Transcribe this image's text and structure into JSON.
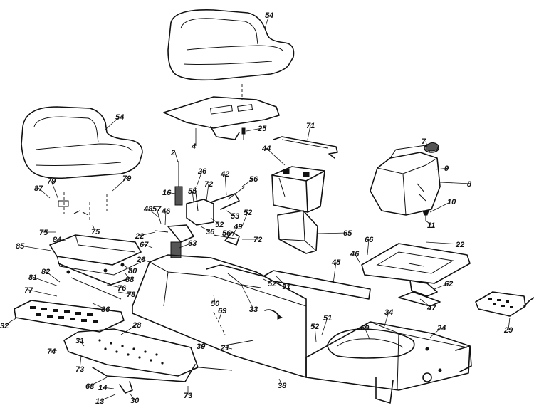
{
  "parts": [
    {
      "id": "seat-top",
      "text": "54"
    },
    {
      "id": "seat-left",
      "text": "54"
    },
    {
      "id": "seat-plate",
      "text": "4"
    },
    {
      "id": "bolt-25",
      "text": "25"
    },
    {
      "id": "holddown-71",
      "text": "71"
    },
    {
      "id": "battery",
      "text": "44"
    },
    {
      "id": "fuel-cap",
      "text": "7"
    },
    {
      "id": "tank-9",
      "text": "9"
    },
    {
      "id": "tank-8",
      "text": "8"
    },
    {
      "id": "fitting-10",
      "text": "10"
    },
    {
      "id": "fitting-11",
      "text": "11"
    },
    {
      "id": "bolt-2",
      "text": "2"
    },
    {
      "id": "spring-16",
      "text": "16"
    },
    {
      "id": "part-26a",
      "text": "26"
    },
    {
      "id": "part-55",
      "text": "55"
    },
    {
      "id": "part-72a",
      "text": "72"
    },
    {
      "id": "part-42",
      "text": "42"
    },
    {
      "id": "part-56a",
      "text": "56"
    },
    {
      "id": "part-52a",
      "text": "52"
    },
    {
      "id": "part-53",
      "text": "53"
    },
    {
      "id": "part-52b",
      "text": "52"
    },
    {
      "id": "part-36",
      "text": "36"
    },
    {
      "id": "part-56b",
      "text": "56"
    },
    {
      "id": "part-49",
      "text": "49"
    },
    {
      "id": "part-72b",
      "text": "72"
    },
    {
      "id": "part-48",
      "text": "48"
    },
    {
      "id": "part-57",
      "text": "57"
    },
    {
      "id": "part-46a",
      "text": "46"
    },
    {
      "id": "part-22a",
      "text": "22"
    },
    {
      "id": "part-67",
      "text": "67"
    },
    {
      "id": "part-63",
      "text": "63"
    },
    {
      "id": "part-26b",
      "text": "26"
    },
    {
      "id": "bracket-65",
      "text": "65"
    },
    {
      "id": "part-66",
      "text": "66"
    },
    {
      "id": "part-22b",
      "text": "22"
    },
    {
      "id": "part-46b",
      "text": "46"
    },
    {
      "id": "part-87",
      "text": "87"
    },
    {
      "id": "part-79a",
      "text": "79"
    },
    {
      "id": "part-79b",
      "text": "79"
    },
    {
      "id": "part-75a",
      "text": "75"
    },
    {
      "id": "part-75b",
      "text": "75"
    },
    {
      "id": "part-84",
      "text": "84"
    },
    {
      "id": "part-85",
      "text": "85"
    },
    {
      "id": "part-82",
      "text": "82"
    },
    {
      "id": "part-88",
      "text": "88"
    },
    {
      "id": "part-81",
      "text": "81"
    },
    {
      "id": "part-80",
      "text": "80"
    },
    {
      "id": "part-77",
      "text": "77"
    },
    {
      "id": "part-76",
      "text": "76"
    },
    {
      "id": "part-78",
      "text": "78"
    },
    {
      "id": "part-86",
      "text": "86"
    },
    {
      "id": "mat-32",
      "text": "32"
    },
    {
      "id": "part-45",
      "text": "45"
    },
    {
      "id": "part-52c",
      "text": "52"
    },
    {
      "id": "part-51a",
      "text": "51"
    },
    {
      "id": "part-33",
      "text": "33"
    },
    {
      "id": "part-50",
      "text": "50"
    },
    {
      "id": "part-69a",
      "text": "69"
    },
    {
      "id": "part-62",
      "text": "62"
    },
    {
      "id": "part-47",
      "text": "47"
    },
    {
      "id": "pedal-29",
      "text": "29"
    },
    {
      "id": "part-34",
      "text": "34"
    },
    {
      "id": "part-24",
      "text": "24"
    },
    {
      "id": "part-51b",
      "text": "51"
    },
    {
      "id": "part-52d",
      "text": "52"
    },
    {
      "id": "part-69b",
      "text": "69"
    },
    {
      "id": "part-28",
      "text": "28"
    },
    {
      "id": "part-39",
      "text": "39"
    },
    {
      "id": "part-21",
      "text": "21"
    },
    {
      "id": "part-74",
      "text": "74"
    },
    {
      "id": "part-31",
      "text": "31"
    },
    {
      "id": "part-73a",
      "text": "73"
    },
    {
      "id": "part-68",
      "text": "68"
    },
    {
      "id": "part-14",
      "text": "14"
    },
    {
      "id": "part-13",
      "text": "13"
    },
    {
      "id": "part-30",
      "text": "30"
    },
    {
      "id": "part-73b",
      "text": "73"
    },
    {
      "id": "part-38",
      "text": "38"
    }
  ]
}
